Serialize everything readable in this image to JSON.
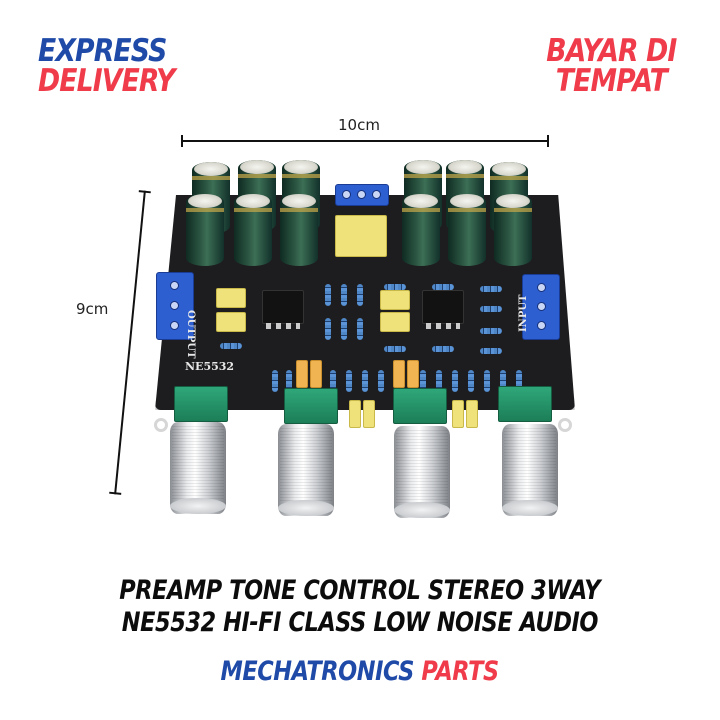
{
  "badges": {
    "left": {
      "line1": "EXPRESS",
      "line2": "DELIVERY",
      "line1_color": "#1f4aa8",
      "line2_color": "#ef3b4a"
    },
    "right": {
      "line1": "BAYAR DI",
      "line2": "TEMPAT",
      "color": "#ef3b4a"
    }
  },
  "dimensions": {
    "width_label": "10cm",
    "height_label": "9cm"
  },
  "pcb": {
    "silkscreen": {
      "chip_label": "NE5532",
      "output_label": "OUTPUT",
      "input_label": "INPUT"
    },
    "components": {
      "electrolytic_capacitors": 12,
      "terminal_blocks": [
        "power-3pin",
        "output-3pin",
        "input-3pin"
      ],
      "op_amps": 2,
      "potentiometer_knobs": 4
    }
  },
  "product_title": {
    "line1": "PREAMP TONE CONTROL STEREO 3WAY",
    "line2": "NE5532 HI-FI CLASS LOW NOISE AUDIO"
  },
  "brand": {
    "part1": "MECHATRONICS",
    "part2": "PARTS",
    "part1_color": "#1f4aa8",
    "part2_color": "#ef3b4a"
  }
}
